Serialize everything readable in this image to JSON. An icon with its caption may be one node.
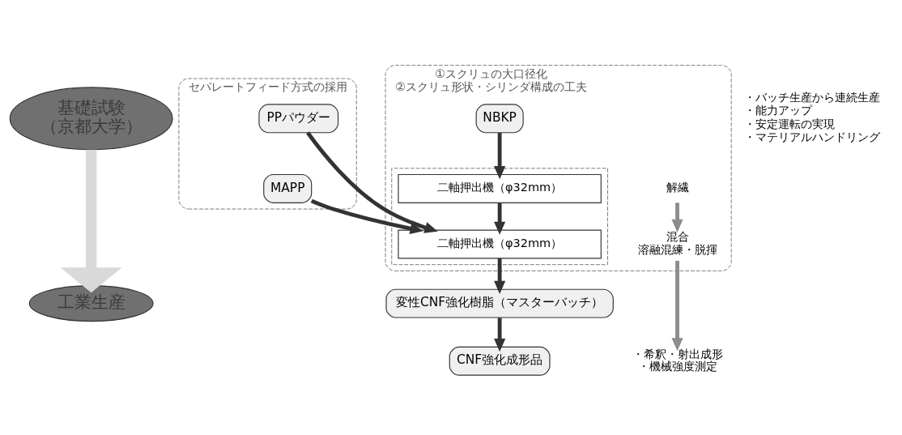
{
  "diagram": {
    "nodes": [
      {
        "text": [
          "基礎試験",
          "（京都大学）"
        ]
      },
      {
        "text": [
          "工業生産"
        ]
      },
      {
        "text": [
          "①スクリュの大口径化",
          "②スクリュ形状・シリンダ構成の工夫"
        ]
      },
      {
        "text": [
          "NBKP"
        ],
        "in": 2
      },
      {
        "text": [
          "解繊"
        ],
        "in": 2
      },
      {
        "text": [],
        "shape": "box",
        "in": 2
      },
      {
        "text": [
          "二軸押出機（φ32mm）"
        ],
        "in": 5
      },
      {
        "text": [
          "セパレートフィード方式の採用"
        ]
      },
      {
        "text": [
          "PPパウダー"
        ],
        "in": 7
      },
      {
        "text": [
          "MAPP"
        ],
        "in": 7
      },
      {
        "text": [
          "二軸押出機（φ32mm）"
        ],
        "in": 5
      },
      {
        "text": [
          "混合",
          "溶融混練・脱揮"
        ],
        "in": 2
      },
      {
        "text": [
          "変性CNF強化樹脂（マスターバッチ）"
        ]
      },
      {
        "text": [
          "・希釈・射出成形",
          "・機械強度測定"
        ]
      },
      {
        "text": [
          "CNF強化成形品"
        ]
      }
    ],
    "edges": [
      {
        "from": 0,
        "to": 1,
        "arrow": "to",
        "style": "thick",
        "color": "#d9d9d9"
      },
      {
        "from": 3,
        "to": 6,
        "arrow": "to"
      },
      {
        "from": 6,
        "to": 10,
        "arrow": "to"
      },
      {
        "from": 8,
        "to": 10,
        "arrow": "to"
      },
      {
        "from": 9,
        "to": 10,
        "arrow": "to"
      },
      {
        "from": 10,
        "to": 12,
        "arrow": "to"
      },
      {
        "from": 12,
        "to": 14,
        "arrow": "to"
      },
      {
        "from": 4,
        "to": 11,
        "arrow": "to",
        "color": "#8c8c8c"
      },
      {
        "from": 11,
        "to": 13,
        "arrow": "to",
        "color": "#8c8c8c"
      }
    ],
    "labels": [
      "・バッチ生産から連続生産",
      "・能力アップ",
      "・安定運転の実現",
      "・マテリアルハンドリング"
    ]
  }
}
